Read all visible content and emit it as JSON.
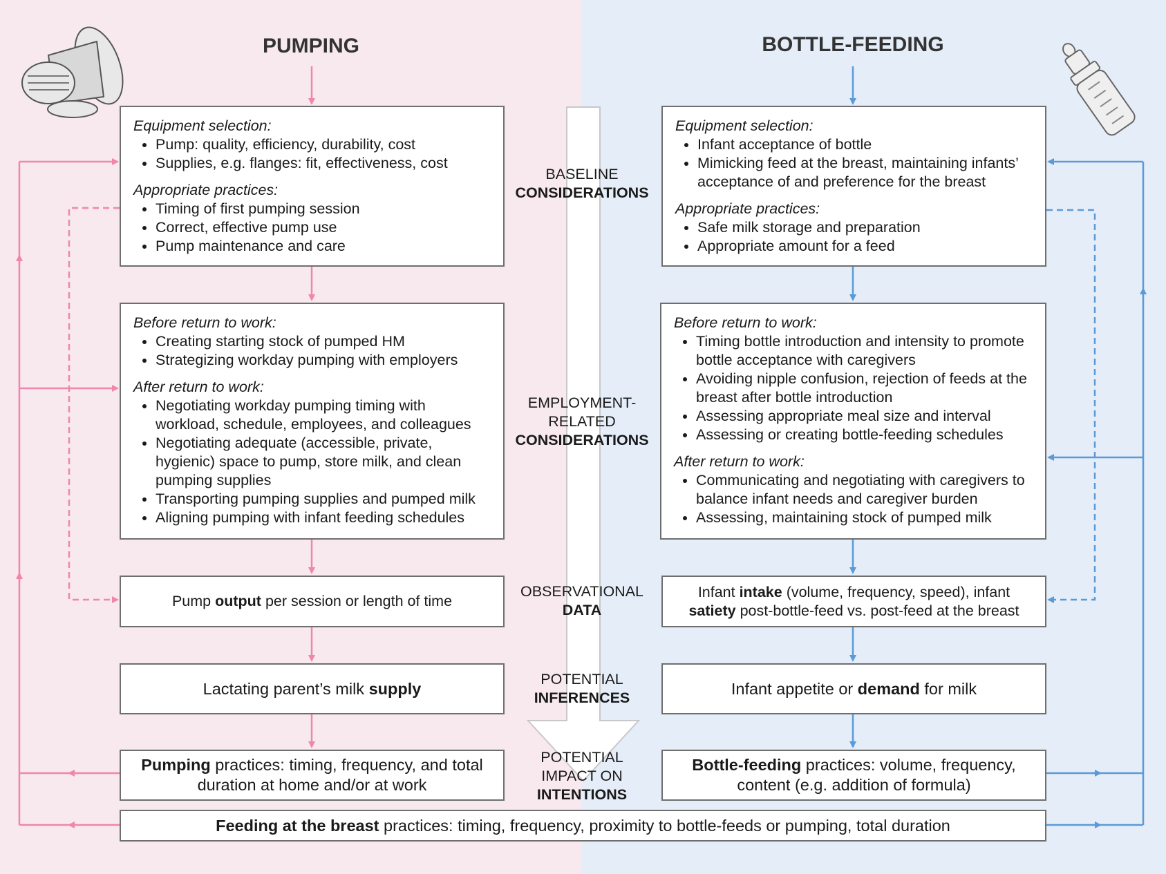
{
  "headers": {
    "left": "PUMPING",
    "right": "BOTTLE-FEEDING"
  },
  "center_labels": [
    {
      "line1": "BASELINE",
      "line2": "CONSIDERATIONS"
    },
    {
      "line1": "EMPLOYMENT-",
      "line2": "RELATED",
      "line3": "CONSIDERATIONS"
    },
    {
      "line1": "OBSERVATIONAL",
      "line2": "DATA"
    },
    {
      "line1": "POTENTIAL",
      "line2": "INFERENCES"
    },
    {
      "line1": "POTENTIAL",
      "line2": "IMPACT ON",
      "line3": "INTENTIONS"
    }
  ],
  "left": {
    "baseline": {
      "title1": "Equipment selection:",
      "items1": [
        "Pump: quality, efficiency, durability, cost",
        "Supplies, e.g. flanges: fit, effectiveness, cost"
      ],
      "title2": "Appropriate practices:",
      "items2": [
        "Timing of first pumping session",
        "Correct, effective pump use",
        "Pump maintenance and care"
      ]
    },
    "employment": {
      "title1": "Before return to work:",
      "items1": [
        "Creating starting stock of pumped HM",
        "Strategizing workday pumping with employers"
      ],
      "title2": "After return to work:",
      "items2": [
        "Negotiating workday pumping timing with workload, schedule, employees, and colleagues",
        "Negotiating adequate (accessible, private, hygienic) space to pump, store milk, and clean pumping supplies",
        "Transporting pumping supplies and pumped milk",
        "Aligning pumping with infant feeding schedules"
      ]
    },
    "observation": {
      "pre": "Pump ",
      "bold": "output",
      "post": " per session or length of time"
    },
    "inference": {
      "pre": "Lactating parent’s milk ",
      "bold": "supply",
      "post": ""
    },
    "practice": {
      "bold": "Pumping",
      "post": " practices: timing, frequency, and total duration at home and/or at work"
    }
  },
  "right": {
    "baseline": {
      "title1": "Equipment selection:",
      "items1": [
        "Infant acceptance of bottle",
        "Mimicking feed at the breast, maintaining infants’ acceptance of and preference for the breast"
      ],
      "title2": "Appropriate practices:",
      "items2": [
        "Safe milk storage and preparation",
        "Appropriate amount for a feed"
      ]
    },
    "employment": {
      "title1": "Before return to work:",
      "items1": [
        "Timing bottle introduction and intensity to promote bottle acceptance with caregivers",
        "Avoiding nipple confusion, rejection of feeds at the breast after bottle introduction",
        "Assessing appropriate meal size and interval",
        "Assessing or creating bottle-feeding schedules"
      ],
      "title2": "After return to work:",
      "items2": [
        "Communicating and negotiating with caregivers to balance infant needs and caregiver burden",
        "Assessing, maintaining stock of pumped milk"
      ]
    },
    "observation": {
      "pre": "Infant ",
      "bold1": "intake",
      "mid": " (volume, frequency, speed), infant ",
      "bold2": "satiety",
      "post": " post-bottle-feed vs. post-feed at the breast"
    },
    "inference": {
      "pre": "Infant appetite or ",
      "bold": "demand",
      "post": " for milk"
    },
    "practice": {
      "bold": "Bottle-feeding",
      "post": " practices: volume, frequency, content (e.g. addition of formula)"
    }
  },
  "bottom": {
    "bold": "Feeding at the breast",
    "post": " practices: timing, frequency, proximity to bottle-feeds or pumping, total duration"
  },
  "colors": {
    "pink": "#ef86ad",
    "blue": "#5b9ad8",
    "pink_bg": "#f8e9ee",
    "blue_bg": "#e5edf8"
  },
  "icons": [
    "breast-pump-icon",
    "baby-bottle-icon"
  ]
}
